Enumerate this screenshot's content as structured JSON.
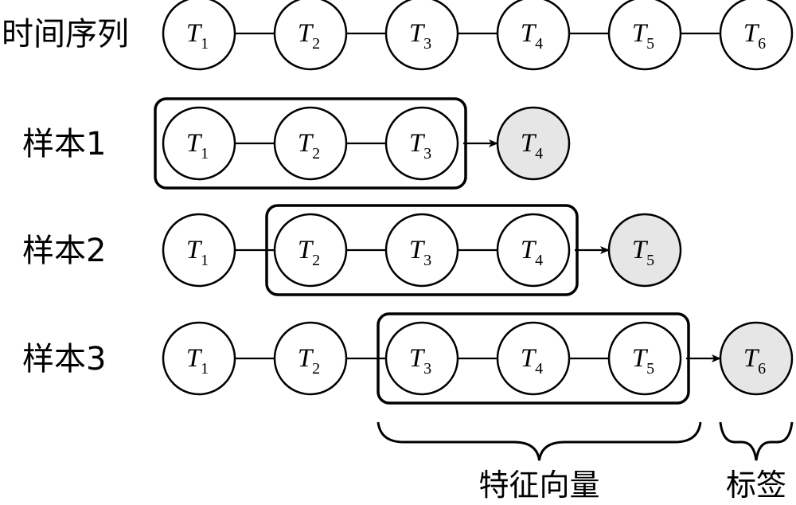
{
  "rows": [
    {
      "label": "时间序列",
      "nodes": [
        {
          "t": "T",
          "sub": "1"
        },
        {
          "t": "T",
          "sub": "2"
        },
        {
          "t": "T",
          "sub": "3"
        },
        {
          "t": "T",
          "sub": "4"
        },
        {
          "t": "T",
          "sub": "5"
        },
        {
          "t": "T",
          "sub": "6"
        }
      ]
    },
    {
      "label": "样本1",
      "nodes": [
        {
          "t": "T",
          "sub": "1"
        },
        {
          "t": "T",
          "sub": "2"
        },
        {
          "t": "T",
          "sub": "3"
        }
      ],
      "target": {
        "t": "T",
        "sub": "4"
      }
    },
    {
      "label": "样本2",
      "nodes": [
        {
          "t": "T",
          "sub": "1"
        },
        {
          "t": "T",
          "sub": "2"
        },
        {
          "t": "T",
          "sub": "3"
        },
        {
          "t": "T",
          "sub": "4"
        }
      ],
      "target": {
        "t": "T",
        "sub": "5"
      }
    },
    {
      "label": "样本3",
      "nodes": [
        {
          "t": "T",
          "sub": "1"
        },
        {
          "t": "T",
          "sub": "2"
        },
        {
          "t": "T",
          "sub": "3"
        },
        {
          "t": "T",
          "sub": "4"
        },
        {
          "t": "T",
          "sub": "5"
        }
      ],
      "target": {
        "t": "T",
        "sub": "6"
      }
    }
  ],
  "braces": [
    {
      "label": "特征向量"
    },
    {
      "label": "标签"
    }
  ],
  "colors": {
    "node_fill": "#ffffff",
    "target_fill": "#e6e6e6",
    "stroke": "#000000"
  }
}
